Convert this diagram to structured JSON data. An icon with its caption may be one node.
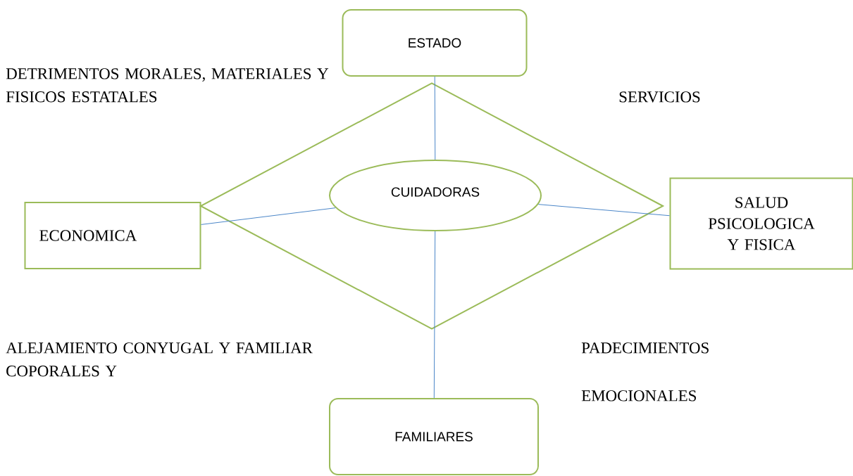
{
  "diagram": {
    "nodes": [
      {
        "text": [
          "ESTADO"
        ]
      },
      {
        "text": [],
        "shape": "diamond"
      },
      {
        "text": [
          "ECONOMICA"
        ]
      },
      {
        "text": [
          "CUIDADORAS"
        ],
        "in": 1
      },
      {
        "text": [
          "SALUD PSICOLOGICA Y FISICA"
        ]
      },
      {
        "text": [
          "FAMILIARES"
        ]
      }
    ],
    "edges": [
      {
        "from": 3,
        "to": 0,
        "arrow": "none"
      },
      {
        "from": 2,
        "to": 3,
        "arrow": "none"
      },
      {
        "from": 3,
        "to": 4,
        "arrow": "none"
      },
      {
        "from": 3,
        "to": 5,
        "arrow": "none"
      }
    ],
    "labels": [
      "DETRIMENTOS MORALES, MATERIALES Y FISICOS ESTATALES",
      "SERVICIOS",
      "ALEJAMIENTO CONYUGAL Y FAMILIAR COPORALES Y",
      "PADECIMIENTOS",
      "EMOCIONALES"
    ]
  }
}
